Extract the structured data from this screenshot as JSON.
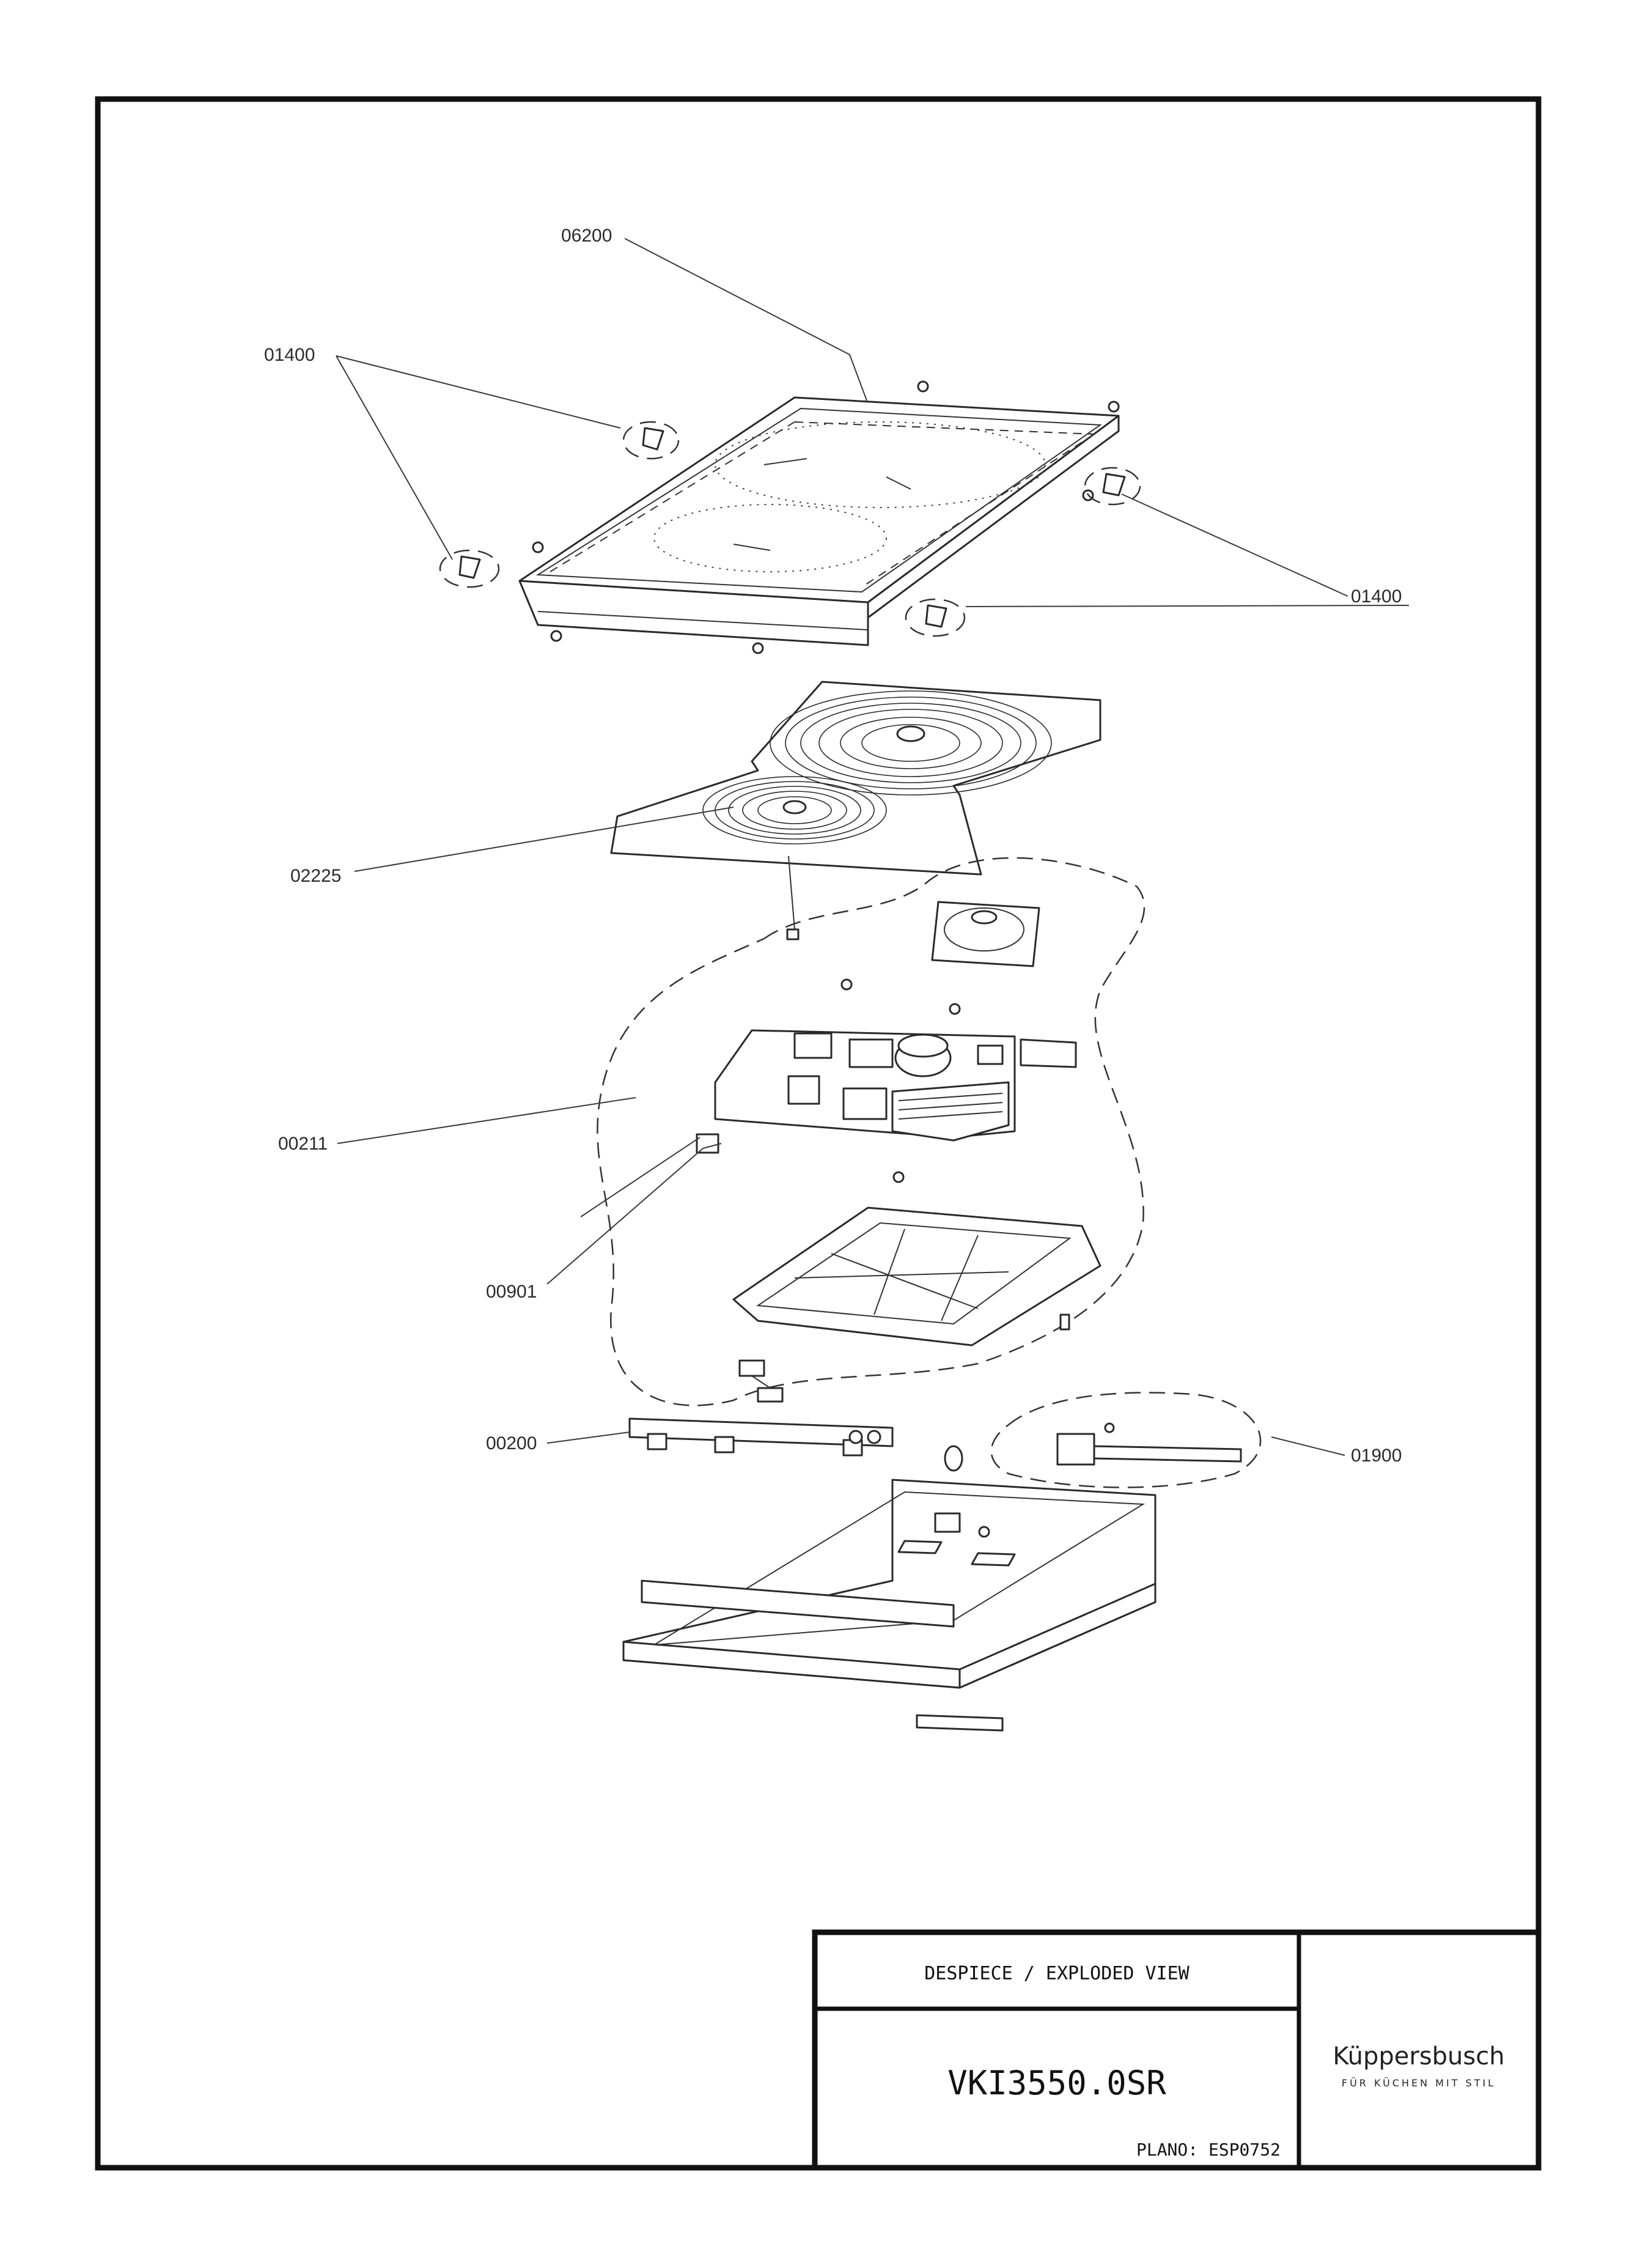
{
  "drawing": {
    "part_labels": {
      "p06200": "06200",
      "p01400_a": "01400",
      "p01400_b": "01400",
      "p02225": "02225",
      "p00211": "00211",
      "p00901": "00901",
      "p00200": "00200",
      "p01900": "01900"
    }
  },
  "title_block": {
    "header": "DESPIECE / EXPLODED VIEW",
    "model": "VKI3550.0SR",
    "plan": "PLANO: ESP0752",
    "brand_name": "Küppersbusch",
    "brand_tagline": "FÜR KÜCHEN MIT STIL"
  },
  "colors": {
    "ink": "#1a1a1a",
    "paper": "#ffffff"
  }
}
